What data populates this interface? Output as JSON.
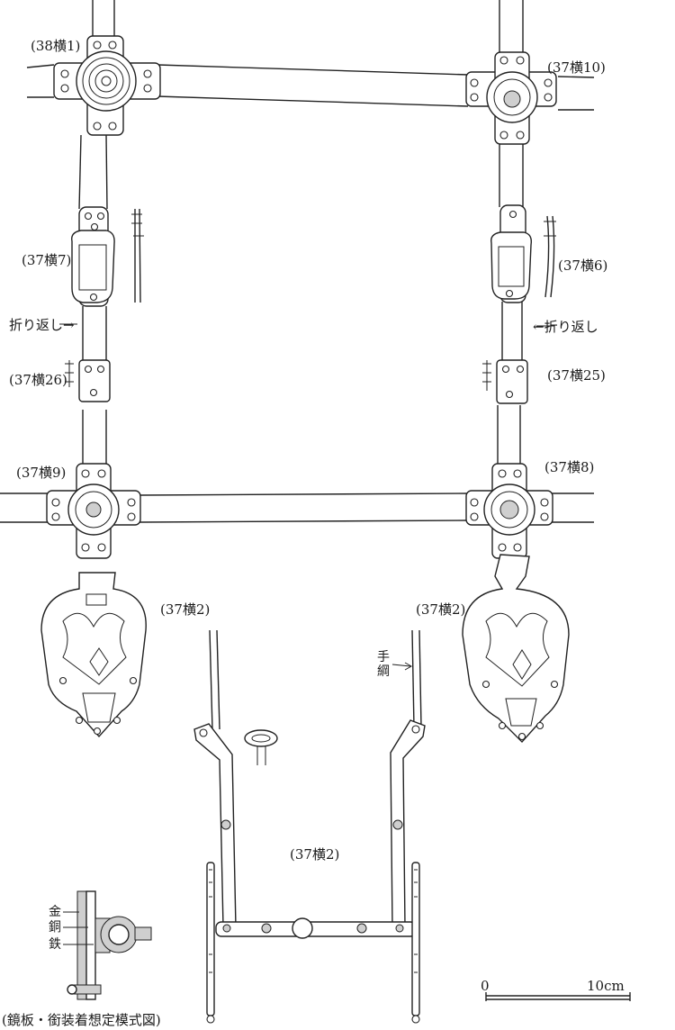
{
  "labels": {
    "l_38_1": "(38横1)",
    "l_37_10": "(37横10)",
    "l_37_7": "(37横7)",
    "l_37_6": "(37横6)",
    "fold_left": "折り返し→",
    "fold_right": "←折り返し",
    "l_37_26": "(37横26)",
    "l_37_25": "(37横25)",
    "l_37_9": "(37横9)",
    "l_37_8": "(37横8)",
    "l_37_2_left": "(37横2)",
    "l_37_2_right": "(37横2)",
    "reins": "手綱",
    "l_37_2_bit": "(37横2)",
    "metal_gold": "金",
    "metal_copper": "銅",
    "metal_iron": "鉄",
    "schematic_caption": "(鏡板・銜装着想定模式図)",
    "scale_zero": "0",
    "scale_ten": "10cm"
  },
  "scale": {
    "max_value": 10,
    "unit": "cm"
  }
}
